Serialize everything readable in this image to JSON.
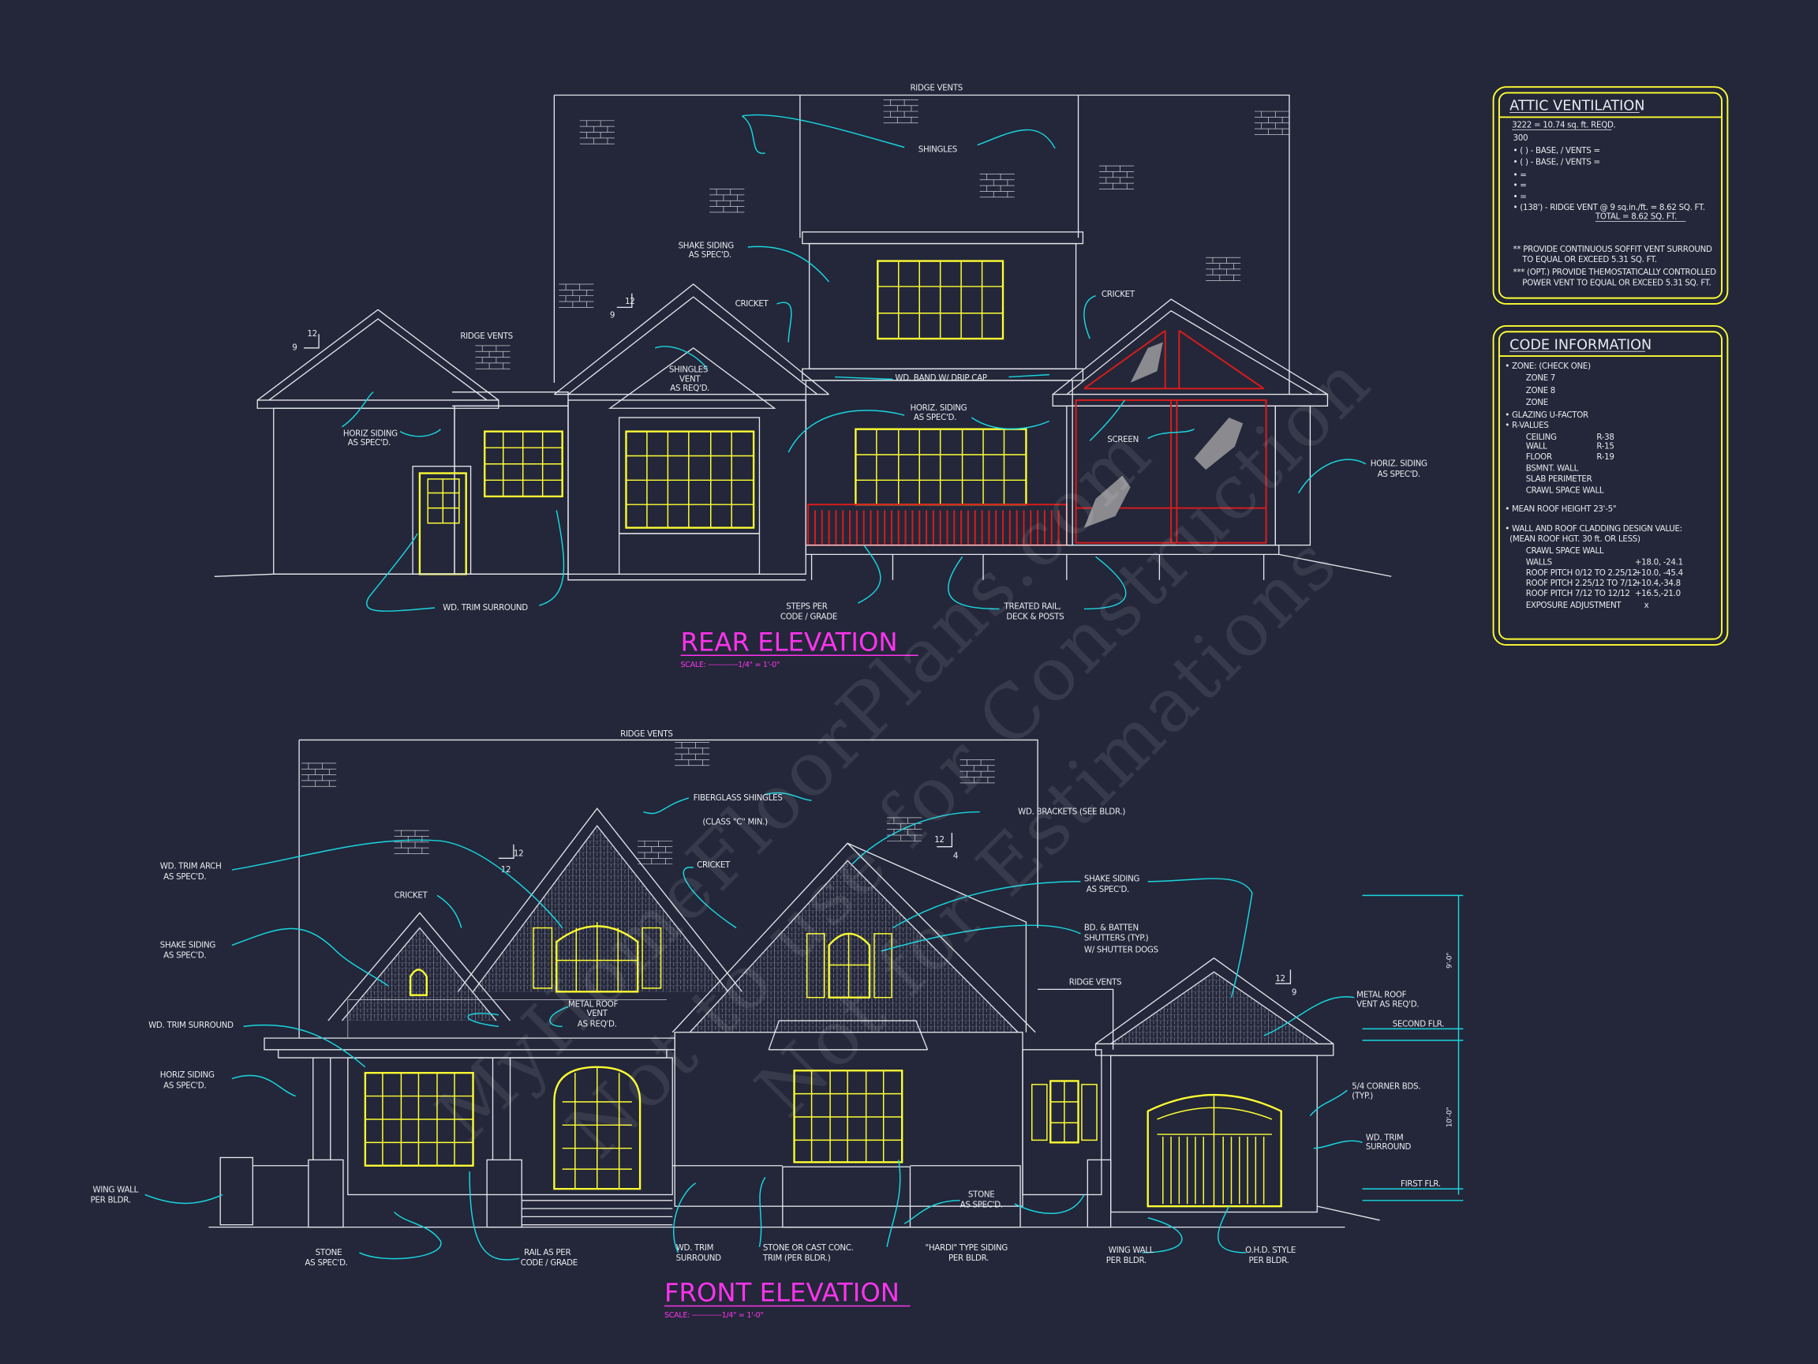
{
  "colors": {
    "background": "#232739",
    "linework": "#e6e6ee",
    "windows": "#ffff33",
    "leaders": "#19d6e0",
    "titles": "#ff33ee",
    "rail": "#d41c1c"
  },
  "watermark": {
    "line1": "MyHomeFloorPlans.com",
    "line2": "Not to use for Construction",
    "line3": "Not for Estimations"
  },
  "rear_elevation": {
    "title": "REAR ELEVATION",
    "scale": "SCALE: ------------1/4\" = 1'-0\"",
    "labels": {
      "ridge_vents_top": "RIDGE VENTS",
      "shingles": "SHINGLES",
      "shake_siding_1": "SHAKE SIDING",
      "shake_siding_2": "AS SPEC'D.",
      "cricket_left": "CRICKET",
      "cricket_right": "CRICKET",
      "ridge_vents_left": "RIDGE VENTS",
      "shingles_vent_1": "SHINGLES",
      "shingles_vent_2": "VENT",
      "shingles_vent_3": "AS REQ'D.",
      "wd_band": "WD. BAND W/ DRIP CAP",
      "horiz_siding_mid_1": "HORIZ. SIDING",
      "horiz_siding_mid_2": "AS SPEC'D.",
      "horiz_siding_left_1": "HORIZ SIDING",
      "horiz_siding_left_2": "AS SPEC'D.",
      "screen": "SCREEN",
      "horiz_siding_right_1": "HORIZ. SIDING",
      "horiz_siding_right_2": "AS SPEC'D.",
      "wd_trim_surround": "WD. TRIM SURROUND",
      "steps_1": "STEPS PER",
      "steps_2": "CODE / GRADE",
      "treated_rail_1": "TREATED RAIL,",
      "treated_rail_2": "DECK & POSTS",
      "pitch_left_rise": "9",
      "pitch_left_run": "12",
      "pitch_mid_rise": "9",
      "pitch_mid_run": "12"
    }
  },
  "front_elevation": {
    "title": "FRONT ELEVATION",
    "scale": "SCALE: ------------1/4\" = 1'-0\"",
    "labels": {
      "ridge_vents_top": "RIDGE VENTS",
      "fiberglass_1": "FIBERGLASS SHINGLES",
      "fiberglass_2": "(CLASS \"C\" MIN.)",
      "wd_brackets": "WD. BRACKETS (SEE BLDR.)",
      "wd_trim_arch_1": "WD. TRIM ARCH",
      "wd_trim_arch_2": "AS SPEC'D.",
      "cricket_mid": "CRICKET",
      "cricket_left": "CRICKET",
      "shake_left_1": "SHAKE SIDING",
      "shake_left_2": "AS SPEC'D.",
      "shake_right_1": "SHAKE SIDING",
      "shake_right_2": "AS SPEC'D.",
      "shutters_1": "BD. & BATTEN",
      "shutters_2": "SHUTTERS (TYP.)",
      "shutters_3": "W/ SHUTTER DOGS",
      "ridge_vents_right": "RIDGE VENTS",
      "metal_vent_1": "METAL ROOF",
      "metal_vent_2": "VENT",
      "metal_vent_3": "AS REQ'D.",
      "metal_vent_r_1": "METAL ROOF",
      "metal_vent_r_2": "VENT AS REQ'D.",
      "wd_trim_left": "WD. TRIM SURROUND",
      "horiz_siding_1": "HORIZ SIDING",
      "horiz_siding_2": "AS SPEC'D.",
      "corner_bds_1": "5/4 CORNER BDS.",
      "corner_bds_2": "(TYP.)",
      "wd_trim_right_1": "WD. TRIM",
      "wd_trim_right_2": "SURROUND",
      "wing_wall_left_1": "WING WALL",
      "wing_wall_left_2": "PER BLDR.",
      "stone_left_1": "STONE",
      "stone_left_2": "AS SPEC'D.",
      "rail_1": "RAIL AS PER",
      "rail_2": "CODE / GRADE",
      "wd_trim_bottom_1": "WD. TRIM",
      "wd_trim_bottom_2": "SURROUND",
      "stone_cast_1": "STONE OR CAST CONC.",
      "stone_cast_2": "TRIM (PER BLDR.)",
      "hardi_1": "\"HARDI\" TYPE SIDING",
      "hardi_2": "PER BLDR.",
      "stone_mid_1": "STONE",
      "stone_mid_2": "AS SPEC'D.",
      "wing_wall_right_1": "WING WALL",
      "wing_wall_right_2": "PER BLDR.",
      "ohd_1": "O.H.D. STYLE",
      "ohd_2": "PER BLDR.",
      "second_flr": "SECOND FLR.",
      "first_flr": "FIRST FLR.",
      "dim_upper": "9'-0\"",
      "dim_lower": "10'-0\"",
      "pitch_left_rise": "12",
      "pitch_left_run": "12",
      "pitch_mid_rise": "4",
      "pitch_mid_run": "12",
      "pitch_right_rise": "9",
      "pitch_right_run": "12"
    }
  },
  "attic_ventilation": {
    "title": "ATTIC VENTILATION",
    "lines": [
      "3222 = 10.74 sq. ft. REQD.",
      "300",
      "• (   ) -        BASE,    /    VENTS    =",
      "• (   ) -        BASE,    /    VENTS    =",
      "•                                                          =",
      "•                                                          =",
      "•                                                          =",
      "• (138') - RIDGE VENT @ 9 sq.in./ft. = 8.62 SQ. FT.",
      "TOTAL        = 8.62 SQ. FT.",
      "** PROVIDE CONTINUOUS SOFFIT VENT SURROUND",
      "TO EQUAL OR EXCEED  5.31 SQ. FT.",
      "*** (OPT.) PROVIDE THEMOSTATICALLY CONTROLLED",
      "POWER VENT TO EQUAL OR EXCEED  5.31 SQ. FT."
    ]
  },
  "code_information": {
    "title": "CODE INFORMATION",
    "rows": [
      {
        "label": "• ZONE: (CHECK ONE)",
        "value": ""
      },
      {
        "label": "ZONE 7",
        "value": ""
      },
      {
        "label": "ZONE 8",
        "value": ""
      },
      {
        "label": "ZONE",
        "value": ""
      },
      {
        "label": "• GLAZING U-FACTOR",
        "value": ""
      },
      {
        "label": "• R-VALUES",
        "value": ""
      },
      {
        "label": "CEILING",
        "value": "R-38"
      },
      {
        "label": "WALL",
        "value": "R-15"
      },
      {
        "label": "FLOOR",
        "value": "R-19"
      },
      {
        "label": "BSMNT. WALL",
        "value": ""
      },
      {
        "label": "SLAB PERIMETER",
        "value": ""
      },
      {
        "label": "CRAWL SPACE WALL",
        "value": ""
      },
      {
        "label": "• MEAN ROOF HEIGHT  23'-5\"",
        "value": ""
      },
      {
        "label": "• WALL AND ROOF CLADDING DESIGN VALUE:",
        "value": ""
      },
      {
        "label": "(MEAN ROOF HGT. 30 ft. OR LESS)",
        "value": ""
      },
      {
        "label": "CRAWL SPACE WALL",
        "value": ""
      },
      {
        "label": "WALLS",
        "value": "+18.0, -24.1"
      },
      {
        "label": "ROOF PITCH 0/12 TO 2.25/12",
        "value": "+10.0, -45.4"
      },
      {
        "label": "ROOF PITCH 2.25/12 TO 7/12",
        "value": "+10.4,-34.8"
      },
      {
        "label": "ROOF PITCH 7/12 TO 12/12",
        "value": "+16.5,-21.0"
      },
      {
        "label": "EXPOSURE ADJUSTMENT",
        "value": "x"
      }
    ]
  }
}
